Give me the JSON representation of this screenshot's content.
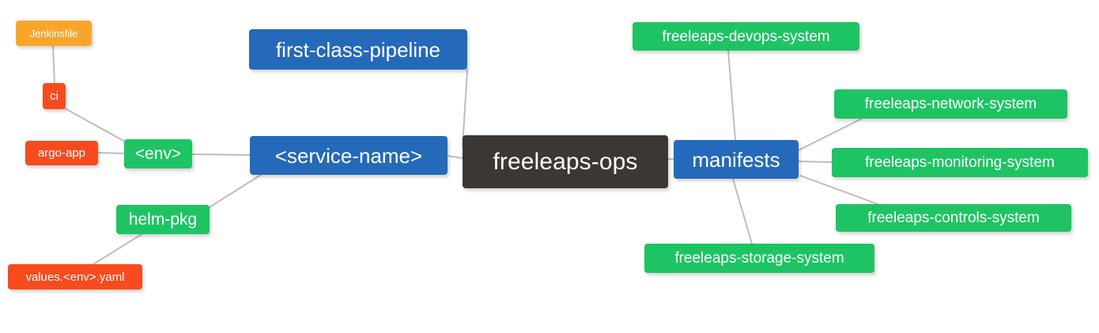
{
  "diagram": {
    "title": "freeleaps-ops repository mindmap",
    "type": "mindmap",
    "background": "#ffffff",
    "edge_color": "#bdbdbd",
    "palette": {
      "root": "#3c3733",
      "blue": "#2469ba",
      "green": "#1ec463",
      "orange": "#f9a52a",
      "red": "#f74b1e",
      "text": "#ffffff"
    }
  },
  "nodes": {
    "root": {
      "label": "freeleaps-ops"
    },
    "first_class_pipeline": {
      "label": "first-class-pipeline"
    },
    "service_name": {
      "label": "<service-name>"
    },
    "env": {
      "label": "<env>"
    },
    "ci": {
      "label": "ci"
    },
    "jenkinsfile": {
      "label": "Jenkinsfile"
    },
    "argo_app": {
      "label": "argo-app"
    },
    "helm_pkg": {
      "label": "helm-pkg"
    },
    "values_yaml": {
      "label": "values.<env>.yaml"
    },
    "manifests": {
      "label": "manifests"
    },
    "devops_system": {
      "label": "freeleaps-devops-system"
    },
    "network_system": {
      "label": "freeleaps-network-system"
    },
    "monitoring_system": {
      "label": "freeleaps-monitoring-system"
    },
    "controls_system": {
      "label": "freeleaps-controls-system"
    },
    "storage_system": {
      "label": "freeleaps-storage-system"
    }
  },
  "edges": [
    {
      "from": "root",
      "to": "first_class_pipeline"
    },
    {
      "from": "root",
      "to": "service_name"
    },
    {
      "from": "root",
      "to": "manifests"
    },
    {
      "from": "service_name",
      "to": "env"
    },
    {
      "from": "service_name",
      "to": "helm_pkg"
    },
    {
      "from": "env",
      "to": "ci"
    },
    {
      "from": "env",
      "to": "argo_app"
    },
    {
      "from": "ci",
      "to": "jenkinsfile"
    },
    {
      "from": "helm_pkg",
      "to": "values_yaml"
    },
    {
      "from": "manifests",
      "to": "devops_system"
    },
    {
      "from": "manifests",
      "to": "network_system"
    },
    {
      "from": "manifests",
      "to": "monitoring_system"
    },
    {
      "from": "manifests",
      "to": "controls_system"
    },
    {
      "from": "manifests",
      "to": "storage_system"
    }
  ]
}
